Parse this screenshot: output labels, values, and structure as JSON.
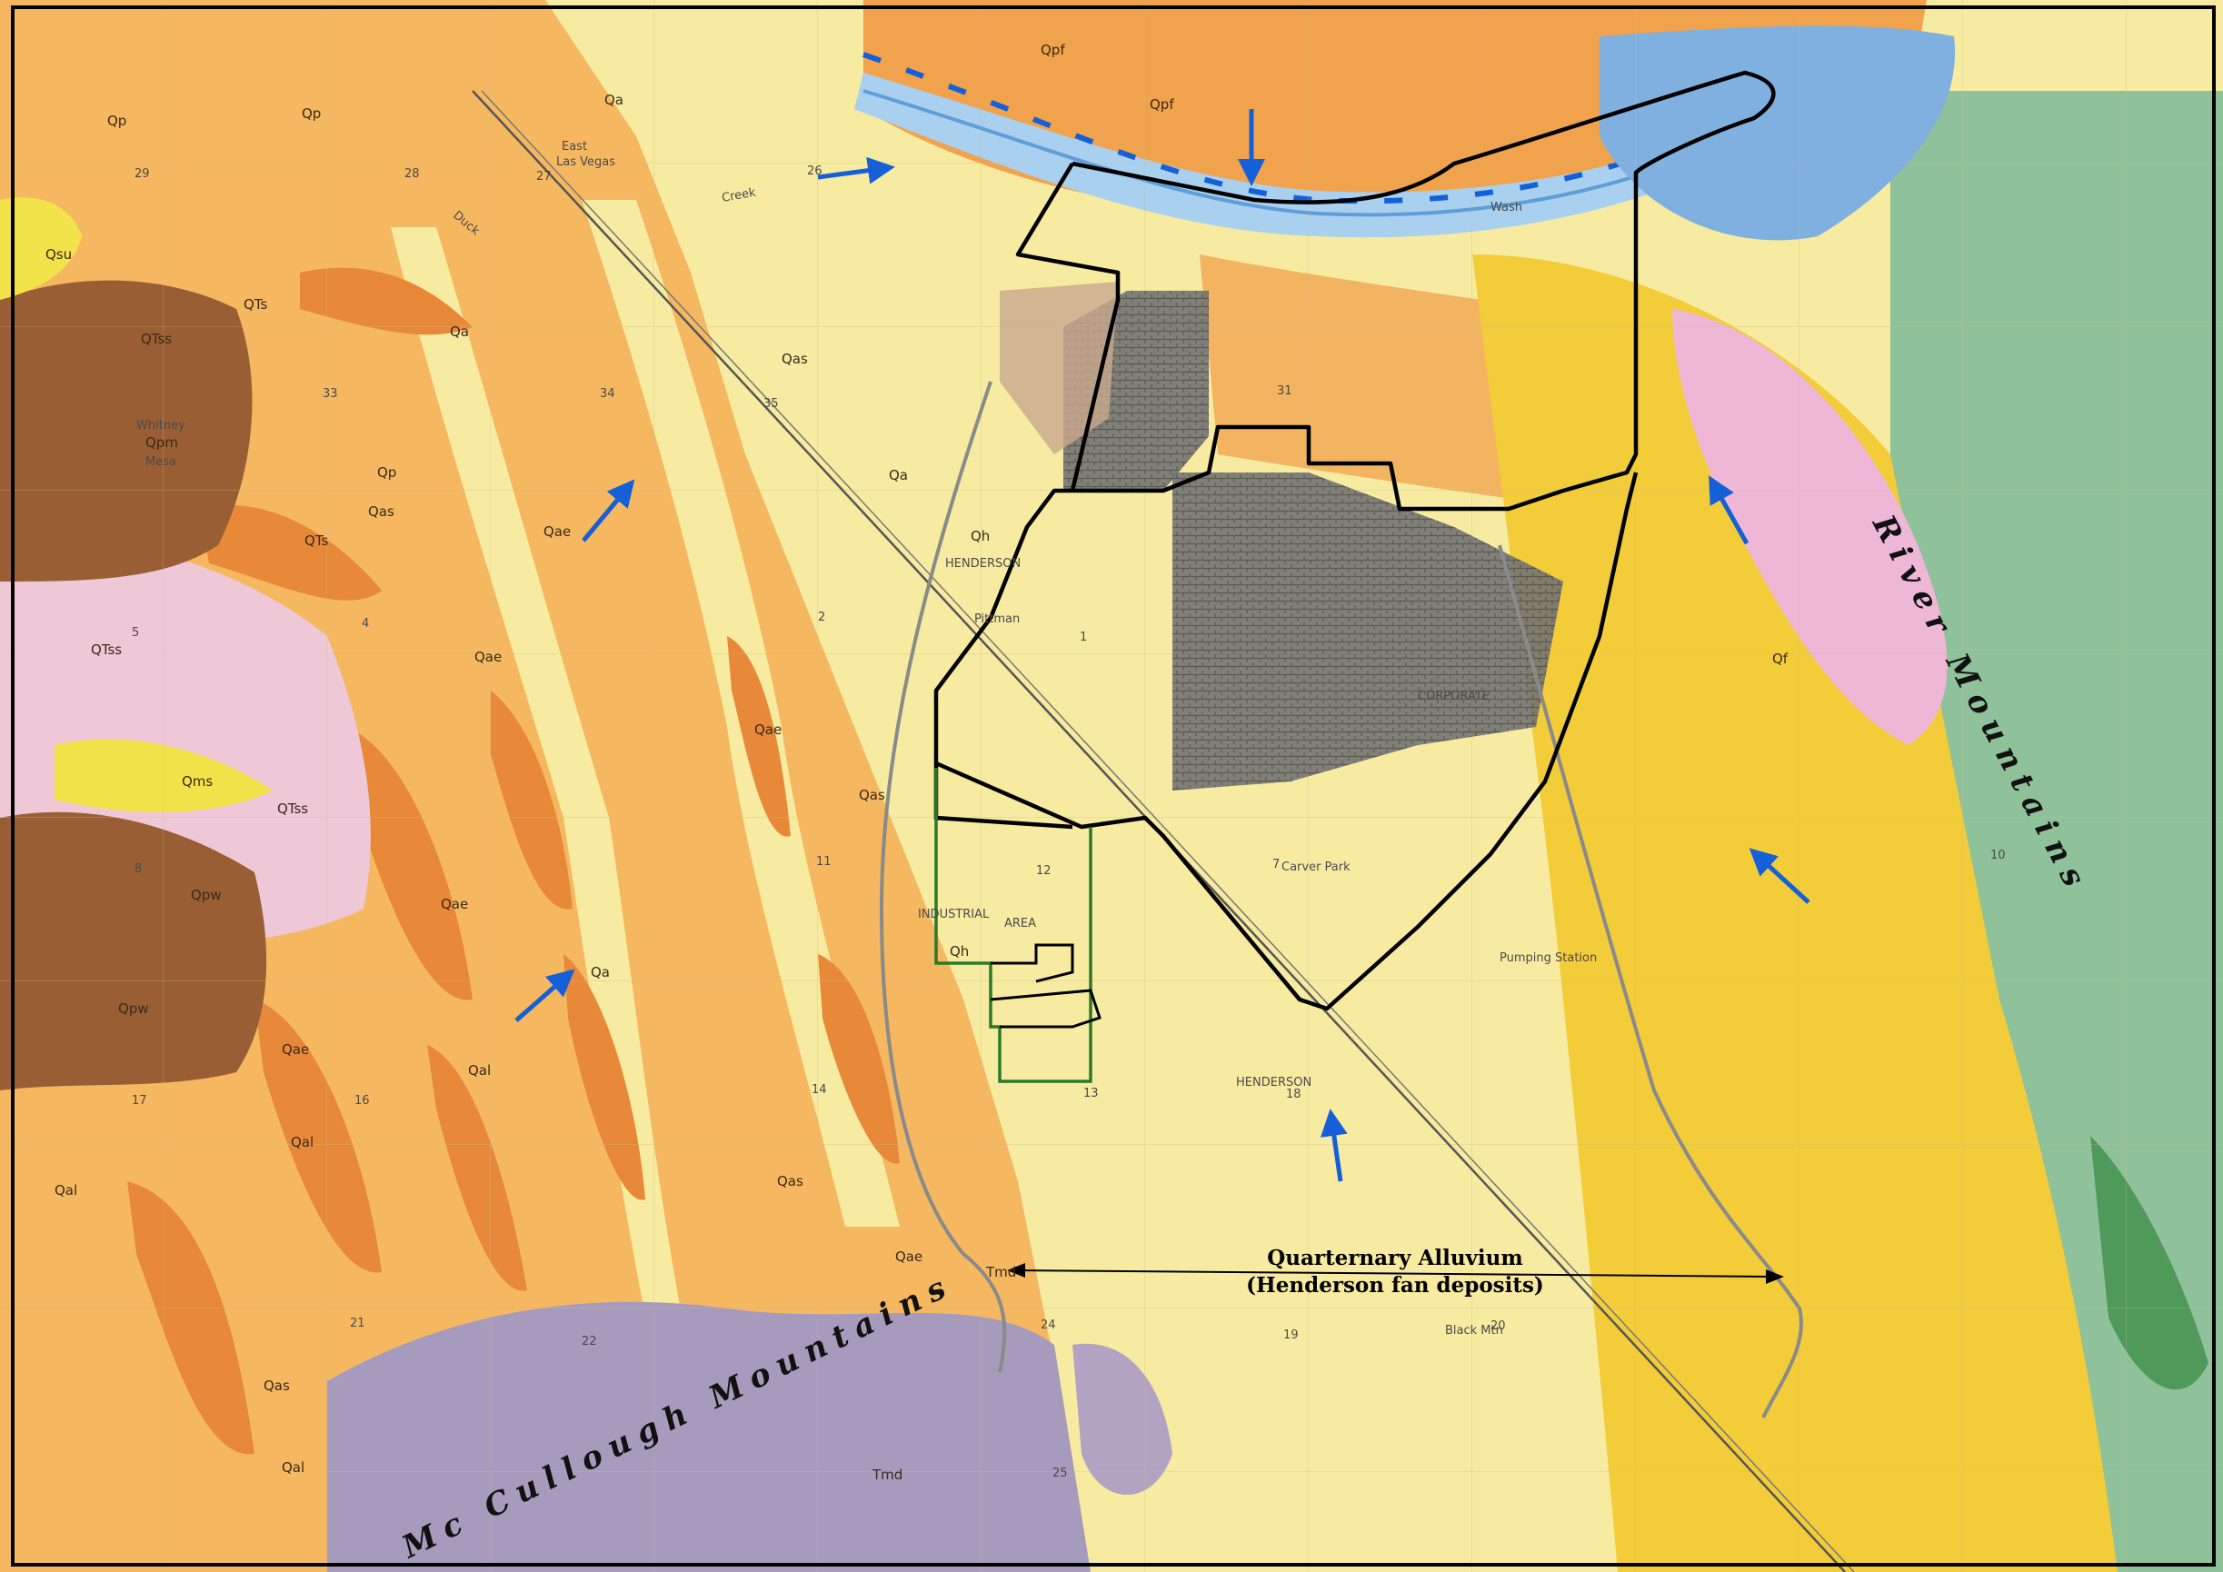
{
  "map": {
    "mountain_labels": {
      "river": "River Mountains",
      "mccullough": "Mc Cullough Mountains"
    },
    "annotation": {
      "line1": "Quarternary Alluvium",
      "line2": "(Henderson fan deposits)"
    },
    "place_labels": {
      "east_las_vegas_1": "East",
      "east_las_vegas_2": "Las Vegas",
      "whitney_mesa_1": "Whitney",
      "whitney_mesa_2": "Mesa",
      "henderson_north": "HENDERSON",
      "henderson_south": "HENDERSON",
      "creek": "Creek",
      "duck": "Duck",
      "wash": "Wash",
      "carver_park": "Carver Park",
      "pittman": "Pittman",
      "corporate": "CORPORATE",
      "industrial": "INDUSTRIAL",
      "area": "AREA",
      "black_mtn": "Black Mtn",
      "pumping_station": "Pumping Station"
    },
    "unit_labels": {
      "qa": "Qa",
      "qp": "Qp",
      "qsu": "Qsu",
      "qts": "QTs",
      "qtss": "QTss",
      "qpm": "Qpm",
      "qas": "Qas",
      "qae": "Qae",
      "qal": "Qal",
      "qh": "Qh",
      "qms": "Qms",
      "qpw": "Qpw",
      "tmd": "Tmd",
      "qpf": "Qpf",
      "qf": "Qf"
    },
    "section_numbers": {
      "s29": "29",
      "s28": "28",
      "s26": "26",
      "s27": "27",
      "s33": "33",
      "s34": "34",
      "s35": "35",
      "s1": "1",
      "s2": "2",
      "s4": "4",
      "s5": "5",
      "s7": "7",
      "s8": "8",
      "s10": "10",
      "s11": "11",
      "s12": "12",
      "s13": "13",
      "s14": "14",
      "s16": "16",
      "s17": "17",
      "s18": "18",
      "s19": "19",
      "s20": "20",
      "s21": "21",
      "s22": "22",
      "s24": "24",
      "s25": "25",
      "s31": "31"
    },
    "colors": {
      "qa_pale_yellow": "#f6eba0",
      "qae_orange": "#f0a24c",
      "qas_light_orange": "#f5b860",
      "qal_dark_orange": "#e8893a",
      "qtss_pink": "#efc8d8",
      "qpm_brown": "#9a5e34",
      "tmd_purple": "#a79bbd",
      "river_blue": "#7fb0e0",
      "urban_gray": "#707070",
      "flow_arrow_blue": "#1560d8",
      "boundary_black": "#000000",
      "site_green": "#2a7a2a",
      "basin_edge_gray": "#8a8a8a",
      "mountain_green": "#8fc29a"
    },
    "flow_arrows": [
      {
        "name": "arrow-las-vegas-wash-east"
      },
      {
        "name": "arrow-north-down"
      },
      {
        "name": "arrow-river-mtn-upper"
      },
      {
        "name": "arrow-river-mtn-lower"
      },
      {
        "name": "arrow-west-upper"
      },
      {
        "name": "arrow-west-lower"
      },
      {
        "name": "arrow-henderson-south"
      }
    ]
  }
}
